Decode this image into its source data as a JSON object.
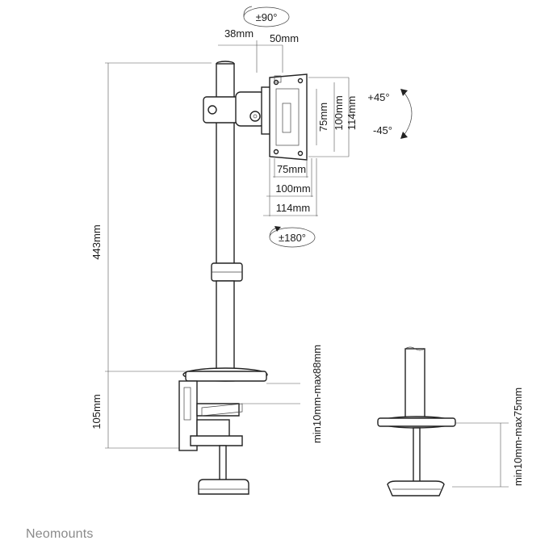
{
  "brand": "Neomounts",
  "dimensions": {
    "tilt_vertical": "±90°",
    "swivel_depth_a": "38mm",
    "swivel_depth_b": "50mm",
    "vesa_v_75": "75mm",
    "vesa_v_100": "100mm",
    "vesa_v_114": "114mm",
    "tilt_up": "+45°",
    "tilt_down": "-45°",
    "vesa_h_75": "75mm",
    "vesa_h_100": "100mm",
    "vesa_h_114": "114mm",
    "rotate": "±180°",
    "pole_height": "443mm",
    "clamp_height": "105mm",
    "clamp_range": "min10mm-max88mm",
    "grommet_range": "min10mm-max75mm"
  }
}
